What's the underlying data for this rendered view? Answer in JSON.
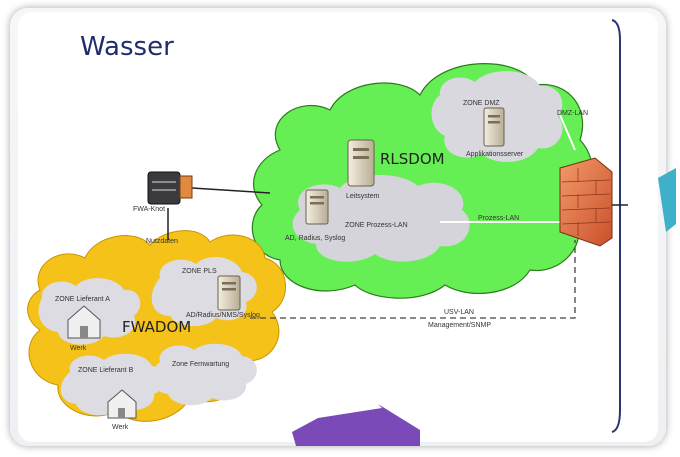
{
  "diagram": {
    "title": "Wasser",
    "nodes": {
      "rlsdom": "RLSDOM",
      "fwadom": "FWADOM",
      "zone_dmz": "ZONE DMZ",
      "applikationsserver": "Applikationsserver",
      "dmz_lan": "DMZ-LAN",
      "leitsystem": "Leitsystem",
      "zone_prozess_lan": "ZONE Prozess-LAN",
      "prozess_lan": "Prozess-LAN",
      "ad_radius_syslog": "AD, Radius, Syslog",
      "fwa_knot": "FWA-Knot",
      "nutzdaten": "Nutzdaten",
      "zone_pls": "ZONE PLS",
      "ad_radius_nms_syslog": "AD/Radius/NMS/Syslog",
      "zone_lieferant_a": "ZONE Lieferant A",
      "werk_a": "Werk",
      "zone_fernwartung": "Zone Fernwartung",
      "zone_lieferant_b": "ZONE Lieferant B",
      "werk_b": "Werk",
      "usv_lan": "USV-LAN",
      "management_snmp": "Management/SNMP"
    },
    "colors": {
      "green_cloud": "#66ee55",
      "yellow_cloud": "#f5c21a",
      "gray_cloud": "#d8d8de",
      "firewall": "#e8764a",
      "title": "#1f2d6b",
      "divider": "#2a3570",
      "arrow_purple": "#7a4ab8",
      "arrow_teal": "#3fb0c9"
    }
  }
}
